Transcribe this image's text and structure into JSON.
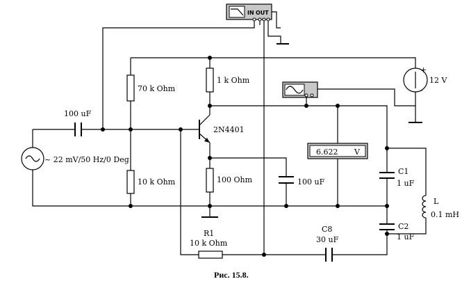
{
  "labels": {
    "source": "~ 22 mV/50 Hz/0 Deg",
    "c_in": "100 uF",
    "r_top": "70 k Ohm",
    "r_bottom": "10 k Ohm",
    "r_collector": "1 k Ohm",
    "transistor": "2N4401",
    "r_emitter": "100  Ohm",
    "c_emitter": "100 uF",
    "battery": "12 V",
    "c1_name": "C1",
    "c1_value": "1 uF",
    "c2_name": "C2",
    "c2_value": "1 uF",
    "l_name": "L",
    "l_value": "0.1 mH",
    "c8_name": "C8",
    "c8_value": "30 uF",
    "r1_name": "R1",
    "r1_value": "10 k Ohm",
    "plus": "+",
    "minus": "-",
    "bode_in": "IN",
    "bode_out": "OUT"
  },
  "voltmeter": {
    "reading": "6.622",
    "unit": "V"
  },
  "caption": "Рис. 15.8."
}
